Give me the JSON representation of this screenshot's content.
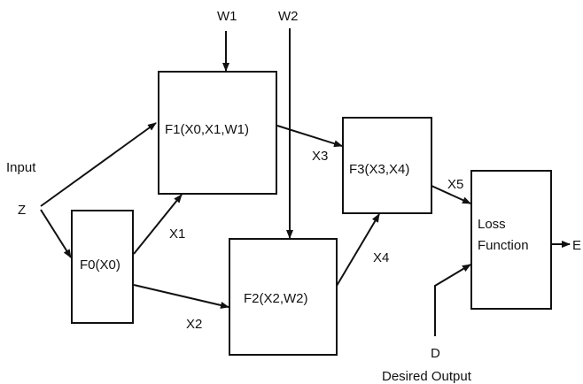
{
  "nodes": {
    "f0": "F0(X0)",
    "f1": "F1(X0,X1,W1)",
    "f2": "F2(X2,W2)",
    "f3": "F3(X3,X4)",
    "loss_line1": "Loss",
    "loss_line2": "Function"
  },
  "inputs": {
    "input_label": "Input",
    "z": "Z",
    "w1": "W1",
    "w2": "W2",
    "d": "D",
    "desired_output": "Desired Output"
  },
  "edges": {
    "x1": "X1",
    "x2": "X2",
    "x3": "X3",
    "x4": "X4",
    "x5": "X5",
    "e": "E"
  }
}
